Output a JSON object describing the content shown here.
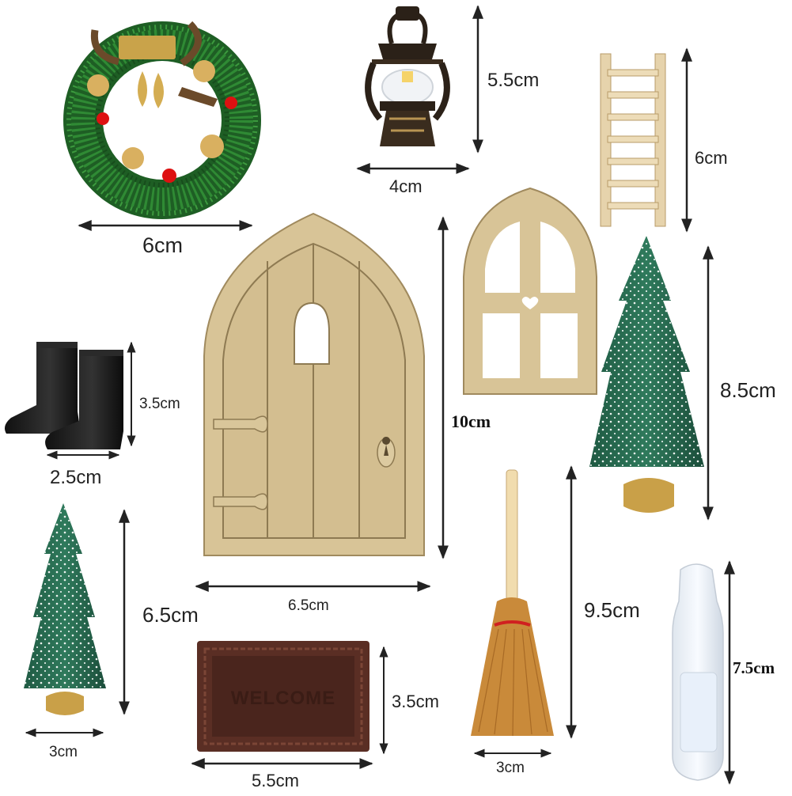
{
  "image": {
    "mat_text": "WELCOME",
    "dimensions": {
      "wreath_width": "6cm",
      "lantern_height": "5.5cm",
      "lantern_width": "4cm",
      "ladder_height": "6cm",
      "door_height": "10cm",
      "door_width": "6.5cm",
      "large_tree_height": "8.5cm",
      "boots_height": "3.5cm",
      "boots_width": "2.5cm",
      "small_tree_height": "6.5cm",
      "small_tree_width": "3cm",
      "mat_height": "3.5cm",
      "mat_width": "5.5cm",
      "broom_height": "9.5cm",
      "broom_width": "3cm",
      "bottle_height": "7.5cm"
    }
  }
}
